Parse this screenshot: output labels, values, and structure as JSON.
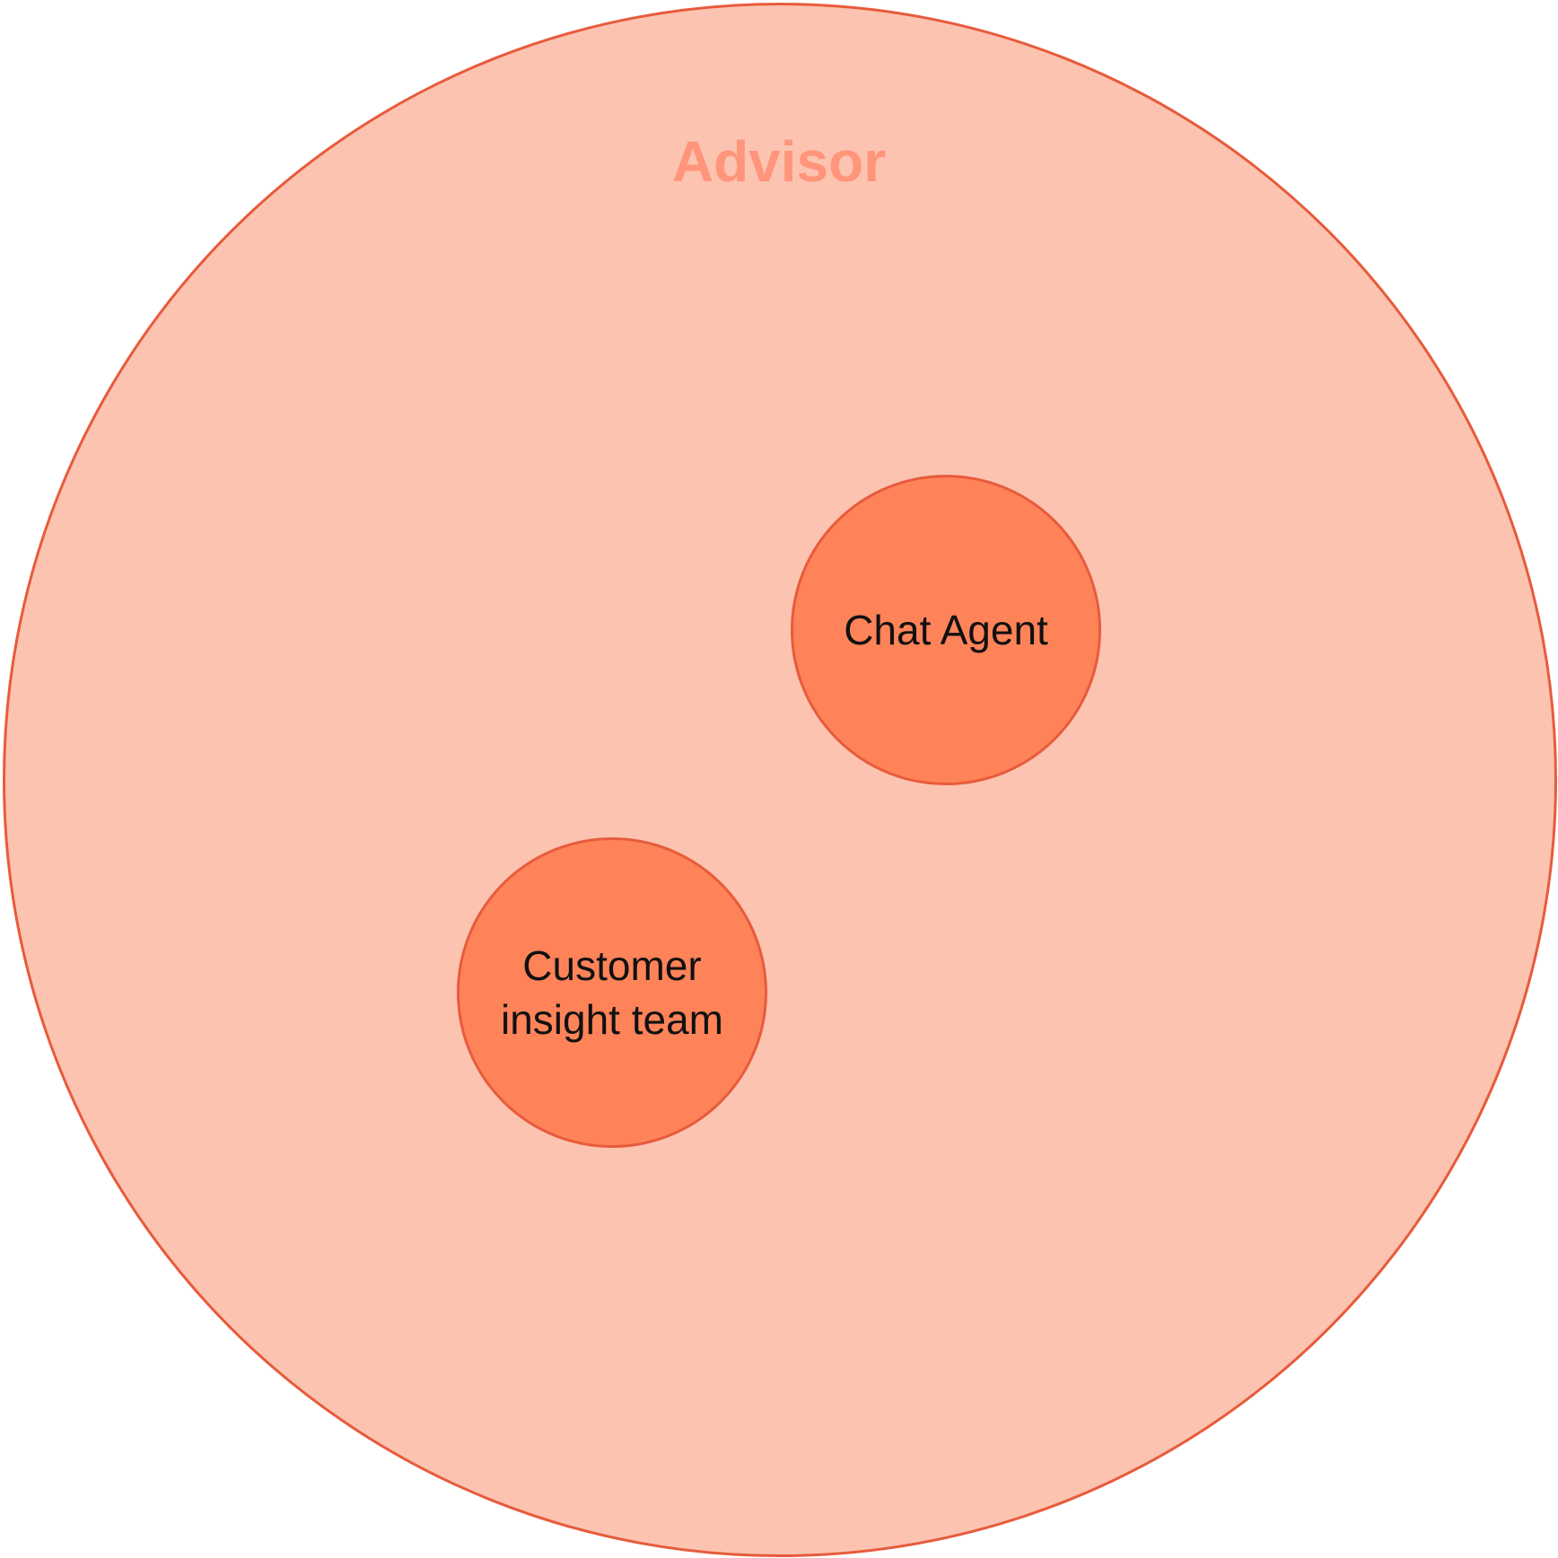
{
  "diagram": {
    "outer": {
      "label": "Advisor",
      "fill_color": "#fcc3b1",
      "stroke_color": "#e75b3b",
      "label_color": "#ff957a"
    },
    "inner_nodes": [
      {
        "label": "Chat Agent",
        "fill_color": "#ff8359"
      },
      {
        "label": "Customer insight team",
        "fill_color": "#ff8359"
      }
    ]
  }
}
